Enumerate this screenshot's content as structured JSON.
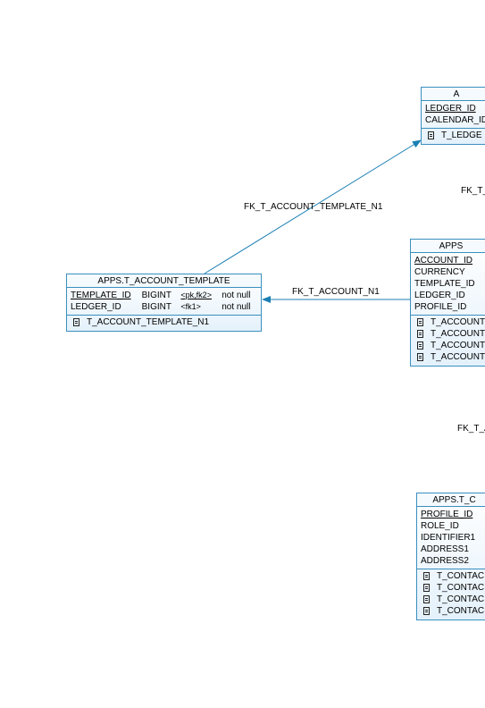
{
  "entities": {
    "account_template": {
      "title": "APPS.T_ACCOUNT_TEMPLATE",
      "columns": [
        {
          "name": "TEMPLATE_ID",
          "type": "BIGINT",
          "keys": "<pk,fk2>",
          "nullable": "not null"
        },
        {
          "name": "LEDGER_ID",
          "type": "BIGINT",
          "keys": "<fk1>",
          "nullable": "not null"
        }
      ],
      "indexes": [
        "T_ACCOUNT_TEMPLATE_N1"
      ]
    },
    "ledger": {
      "title": "A",
      "columns": [
        "LEDGER_ID",
        "CALENDAR_ID"
      ],
      "indexes": [
        "T_LEDGE"
      ]
    },
    "account": {
      "title": "APPS",
      "columns": [
        "ACCOUNT_ID",
        "CURRENCY",
        "TEMPLATE_ID",
        "LEDGER_ID",
        "PROFILE_ID"
      ],
      "indexes": [
        "T_ACCOUNT",
        "T_ACCOUNT",
        "T_ACCOUNT",
        "T_ACCOUNT"
      ]
    },
    "contact": {
      "title": "APPS.T_C",
      "columns": [
        "PROFILE_ID",
        "ROLE_ID",
        "IDENTIFIER1",
        "ADDRESS1",
        "ADDRESS2"
      ],
      "indexes": [
        "T_CONTAC",
        "T_CONTAC",
        "T_CONTAC",
        "T_CONTAC"
      ]
    }
  },
  "relationships": {
    "template_ledger": "FK_T_ACCOUNT_TEMPLATE_N1",
    "account_template": "FK_T_ACCOUNT_N1",
    "account_ledger": "FK_T_",
    "contact_account": "FK_T_A"
  },
  "colors": {
    "line": "#1a7fb4",
    "border": "#3a8fbf"
  }
}
